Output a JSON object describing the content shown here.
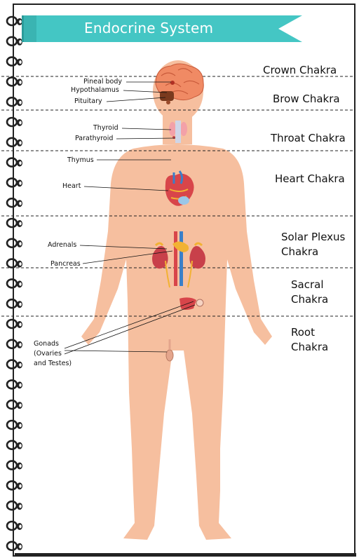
{
  "title": "Endocrine System",
  "colors": {
    "banner": "#44c6c4",
    "banner_dark": "#2b9c9a",
    "skin": "#f6bf9f",
    "frame": "#222222",
    "dashed": "#222222",
    "organ_red": "#d8454a",
    "organ_blue": "#3a7fc9",
    "organ_yellow": "#f2b233"
  },
  "labels": {
    "pineal": "Pineal body",
    "hypothalamus": "Hypothalamus",
    "pituitary": "Pituitary",
    "thyroid": "Thyroid",
    "parathyroid": "Parathyroid",
    "thymus": "Thymus",
    "heart": "Heart",
    "adrenals": "Adrenals",
    "pancreas": "Pancreas",
    "gonads": "Gonads\n(Ovaries\nand Testes)"
  },
  "chakras": {
    "crown": "Crown Chakra",
    "brow": "Brow Chakra",
    "throat": "Throat Chakra",
    "heart": "Heart Chakra",
    "solar": "Solar Plexus\nChakra",
    "sacral": "Sacral\nChakra",
    "root": "Root\nChakra"
  }
}
